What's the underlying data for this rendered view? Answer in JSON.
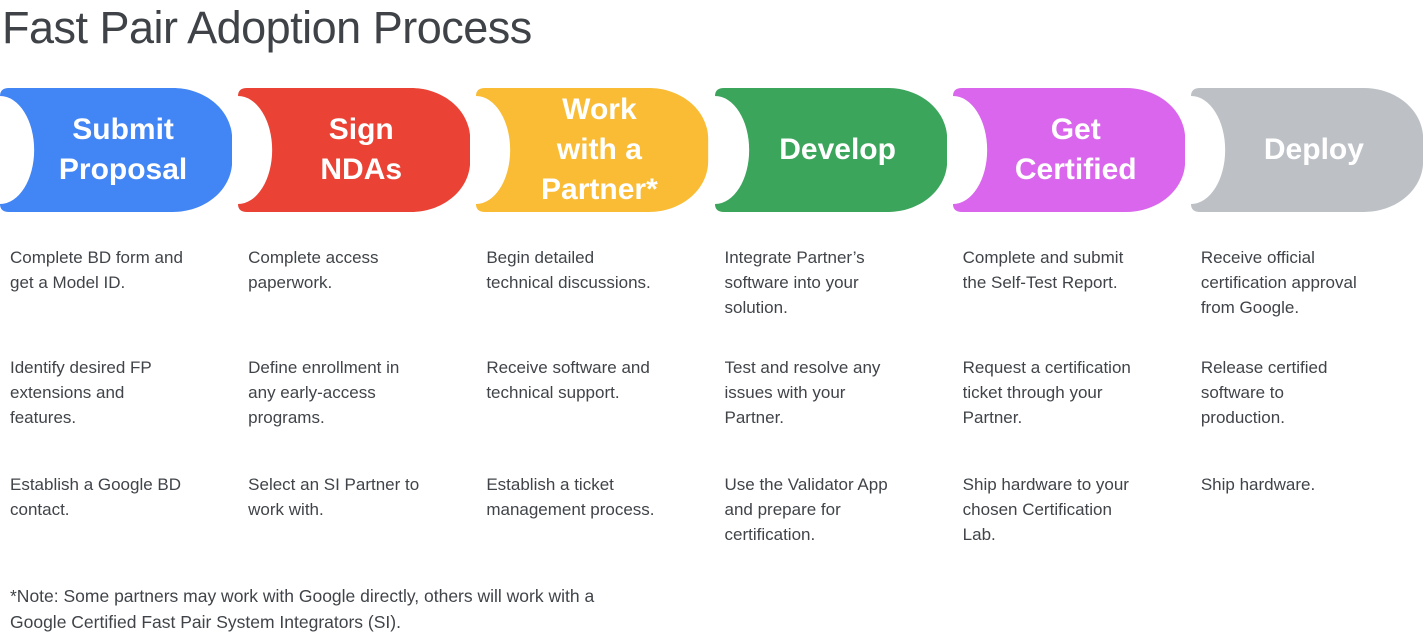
{
  "title": "Fast Pair Adoption Process",
  "note": "*Note: Some partners may work with Google directly, others will work with a\nGoogle Certified Fast Pair System Integrators (SI).",
  "stages": [
    {
      "title": "Submit\nProposal",
      "color": "#4285F4",
      "steps": [
        "Complete BD form and\nget a Model ID.",
        "Identify desired FP\nextensions and\nfeatures.",
        "Establish a Google BD\ncontact."
      ]
    },
    {
      "title": "Sign\nNDAs",
      "color": "#EA4335",
      "steps": [
        "Complete access\npaperwork.",
        "Define enrollment in\nany early-access\nprograms.",
        "Select an SI Partner to\nwork with."
      ]
    },
    {
      "title": "Work\nwith a\nPartner*",
      "color": "#F9BC34",
      "steps": [
        "Begin detailed\ntechnical discussions.",
        "Receive software and\ntechnical support.",
        "Establish a ticket\nmanagement process."
      ]
    },
    {
      "title": "Develop",
      "color": "#3BA55C",
      "steps": [
        "Integrate Partner’s\nsoftware into your\nsolution.",
        "Test and resolve any\nissues with your\nPartner.",
        "Use the Validator App\nand prepare for\ncertification."
      ]
    },
    {
      "title": "Get\nCertified",
      "color": "#D966EC",
      "steps": [
        "Complete and submit\nthe Self-Test Report.",
        "Request a certification\nticket through your\nPartner.",
        "Ship hardware to your\nchosen Certification\nLab."
      ]
    },
    {
      "title": "Deploy",
      "color": "#BDC1C6",
      "steps": [
        "Receive official\ncertification approval\nfrom Google.",
        "Release certified\nsoftware to\nproduction.",
        "Ship hardware."
      ]
    }
  ]
}
